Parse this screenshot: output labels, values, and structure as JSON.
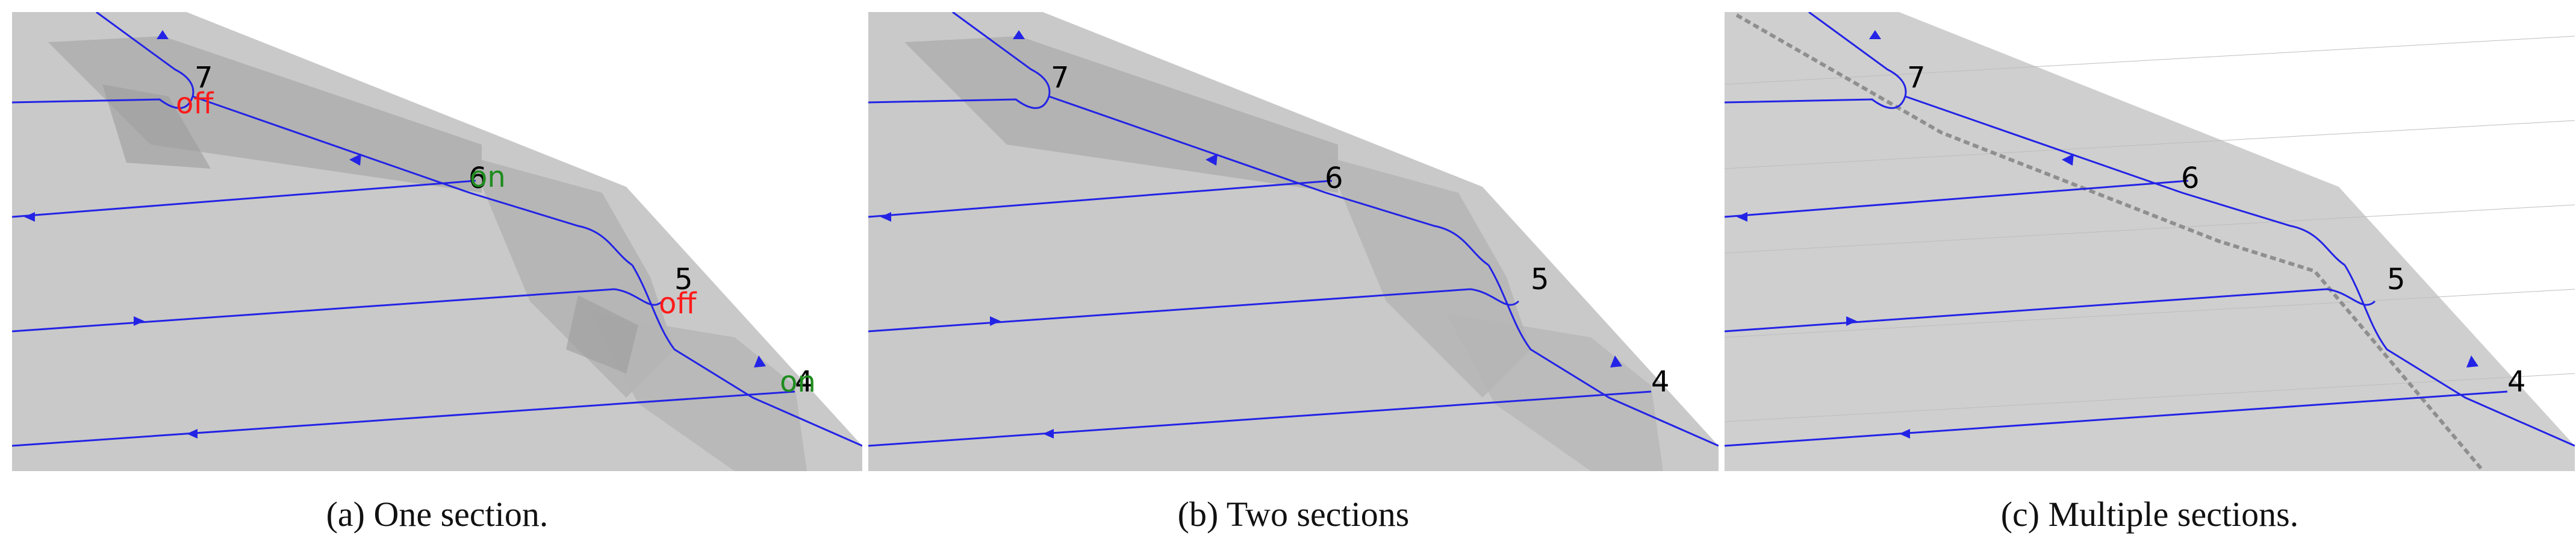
{
  "colors": {
    "path": "#2323e6",
    "surface": "#c9c9c9",
    "surface_dark": "#a7a7a7",
    "off": "#ff1a1a",
    "on": "#1e8c1e"
  },
  "panels": [
    {
      "caption": "(a) One section.",
      "labels": [
        "7",
        "6",
        "5",
        "4"
      ],
      "switches": [
        "off",
        "on",
        "off",
        "on"
      ]
    },
    {
      "caption": "(b) Two sections",
      "labels": [
        "7",
        "6",
        "5",
        "4"
      ]
    },
    {
      "caption": "(c) Multiple sections.",
      "labels": [
        "7",
        "6",
        "5",
        "4"
      ]
    }
  ]
}
